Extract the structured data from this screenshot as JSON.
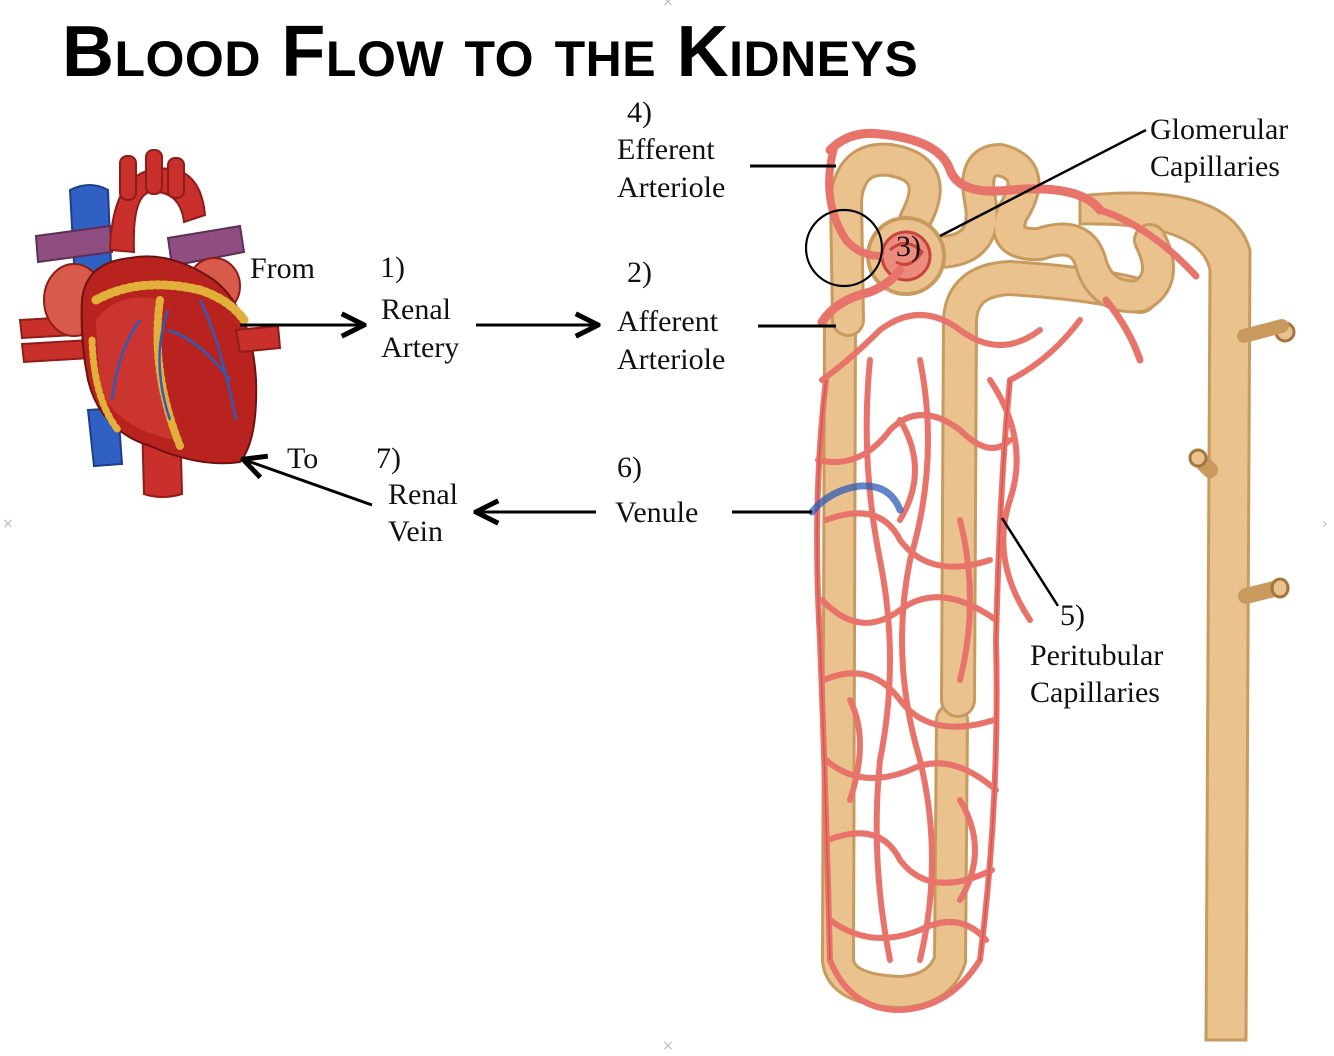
{
  "title": "Blood Flow to the Kidneys",
  "labels": {
    "from": "From",
    "to": "To",
    "renal_artery": {
      "num": "1)",
      "l1": "Renal",
      "l2": "Artery"
    },
    "afferent": {
      "num": "2)",
      "l1": "Afferent",
      "l2": "Arteriole"
    },
    "glomerulus_num": "3)",
    "efferent": {
      "num": "4)",
      "l1": "Efferent",
      "l2": "Arteriole"
    },
    "peritubular": {
      "num": "5)",
      "l1": "Peritubular",
      "l2": "Capillaries"
    },
    "venule": {
      "num": "6)",
      "l1": "Venule"
    },
    "renal_vein": {
      "num": "7)",
      "l1": "Renal",
      "l2": "Vein"
    },
    "glomerular": {
      "l1": "Glomerular",
      "l2": "Capillaries"
    }
  },
  "colors": {
    "vessel_red": "#e8736a",
    "vessel_dark": "#c9423b",
    "tubule": "#e9c28e",
    "tubule_edge": "#c99a5e",
    "vein_blue": "#2f5bb8",
    "heart_red": "#b8231f",
    "fat_yellow": "#e0b03a",
    "purple": "#8e4e82"
  }
}
